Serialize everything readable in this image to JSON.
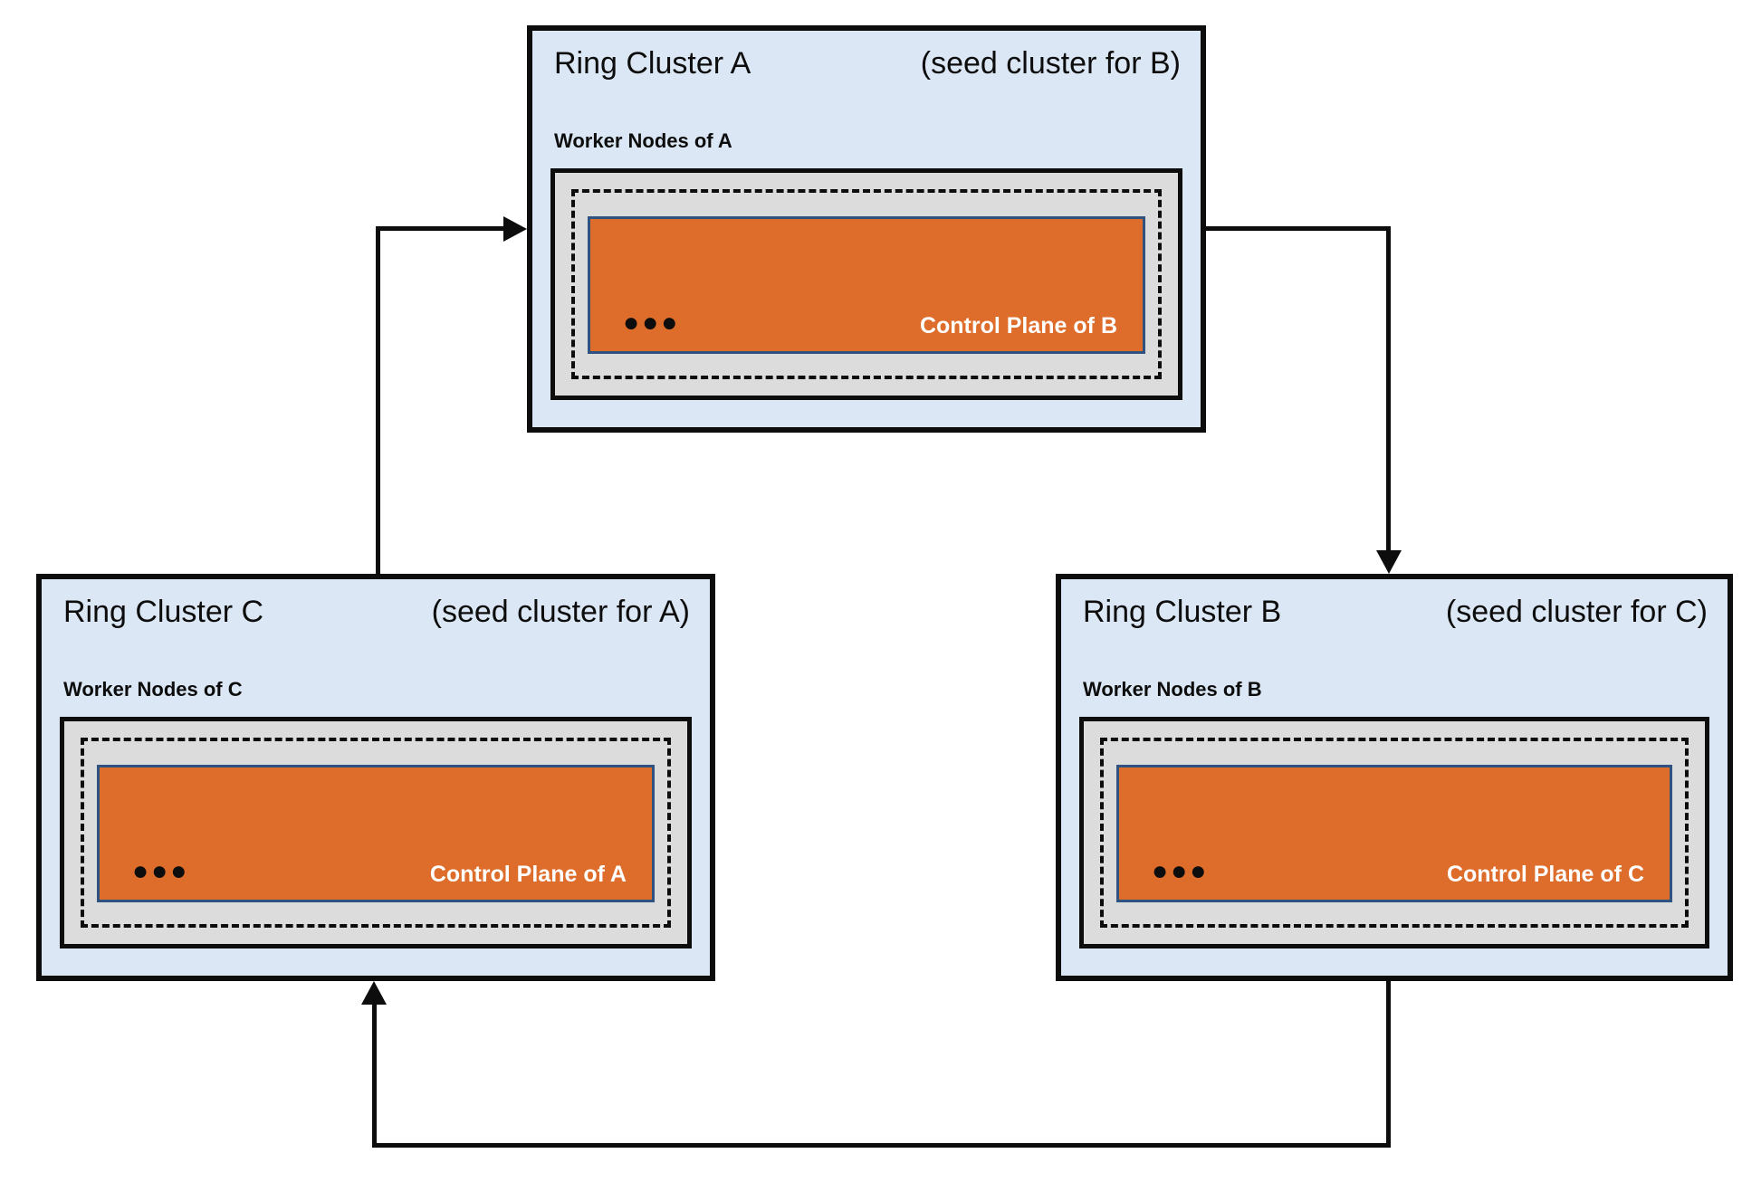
{
  "clusters": [
    {
      "id": "A",
      "title": "Ring Cluster A",
      "seed_note": "(seed cluster for B)",
      "worker_label": "Worker Nodes of A",
      "dots": "●●●",
      "control_plane_label": "Control Plane of B"
    },
    {
      "id": "C",
      "title": "Ring Cluster C",
      "seed_note": "(seed cluster for A)",
      "worker_label": "Worker Nodes of C",
      "dots": "●●●",
      "control_plane_label": "Control Plane of A"
    },
    {
      "id": "B",
      "title": "Ring Cluster B",
      "seed_note": "(seed cluster for C)",
      "worker_label": "Worker Nodes of B",
      "dots": "●●●",
      "control_plane_label": "Control Plane of C"
    }
  ],
  "edges": [
    {
      "from": "A",
      "to": "B"
    },
    {
      "from": "B",
      "to": "C"
    },
    {
      "from": "C",
      "to": "A"
    }
  ],
  "colors": {
    "cluster_bg": "#dbe7f4",
    "worker_bg": "#dcdcdc",
    "control_plane_bg": "#de6c2a",
    "control_plane_border": "#2f5380",
    "control_plane_text": "#ffffff",
    "border": "#0d0d0d"
  }
}
